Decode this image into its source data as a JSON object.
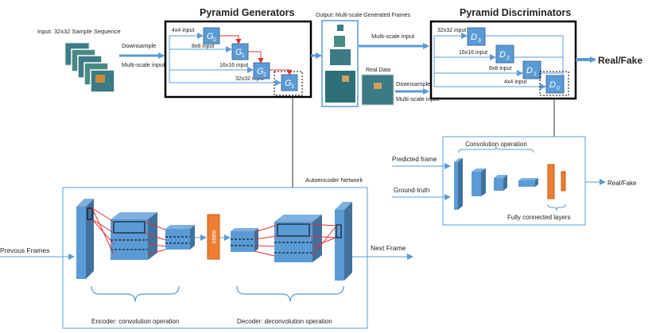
{
  "pyramid_generators": {
    "title": "Pyramid Generators",
    "input_label": "Input: 32x32 Sample Sequence",
    "downsample_label": "Downsample",
    "multiscale_label": "Multi-scale input",
    "inputs": [
      "4x4 input",
      "8x8 input",
      "16x16 input",
      "32x32 input"
    ],
    "generators": [
      {
        "base": "G",
        "sub": "0"
      },
      {
        "base": "G",
        "sub": "1"
      },
      {
        "base": "G",
        "sub": "2"
      },
      {
        "base": "G",
        "sub": "3"
      }
    ]
  },
  "output": {
    "title": "Output: Multi-scale Generated Frames",
    "multiscale_label": "Multi-scale input",
    "real_data_label": "Real Data",
    "downsample_label": "Downsample",
    "multiscale_label2": "Multi-scale input"
  },
  "pyramid_discriminators": {
    "title": "Pyramid  Discriminators",
    "inputs": [
      "32x32 input",
      "16x16 input",
      "8x8 input",
      "4x4 input"
    ],
    "discriminators": [
      {
        "base": "D",
        "sub": "3"
      },
      {
        "base": "D",
        "sub": "2"
      },
      {
        "base": "D",
        "sub": "1"
      },
      {
        "base": "D",
        "sub": "0"
      }
    ],
    "result_label": "Real/Fake"
  },
  "discriminator_detail": {
    "predicted_label": "Predicted frame",
    "ground_truth_label": "Ground-truth",
    "conv_label": "Convolution operation",
    "fc_label": "Fully connected layers",
    "result_label": "Real/Fake"
  },
  "autoencoder": {
    "title": "Autoencoder Network",
    "previous_frames_label": "Prevous Frames",
    "next_frame_label": "Next Frame",
    "state_label": "state",
    "encoder_label": "Encoder: convolution operation",
    "decoder_label": "Decoder: deconvolution operation"
  },
  "colors": {
    "block_blue": "#5b9bd5",
    "block_edge": "#41719c",
    "arrow_blue": "#5b9bd5",
    "state_orange": "#ed7d31",
    "panel_border": "#5b9bd5",
    "red_arrow": "#e03030"
  }
}
